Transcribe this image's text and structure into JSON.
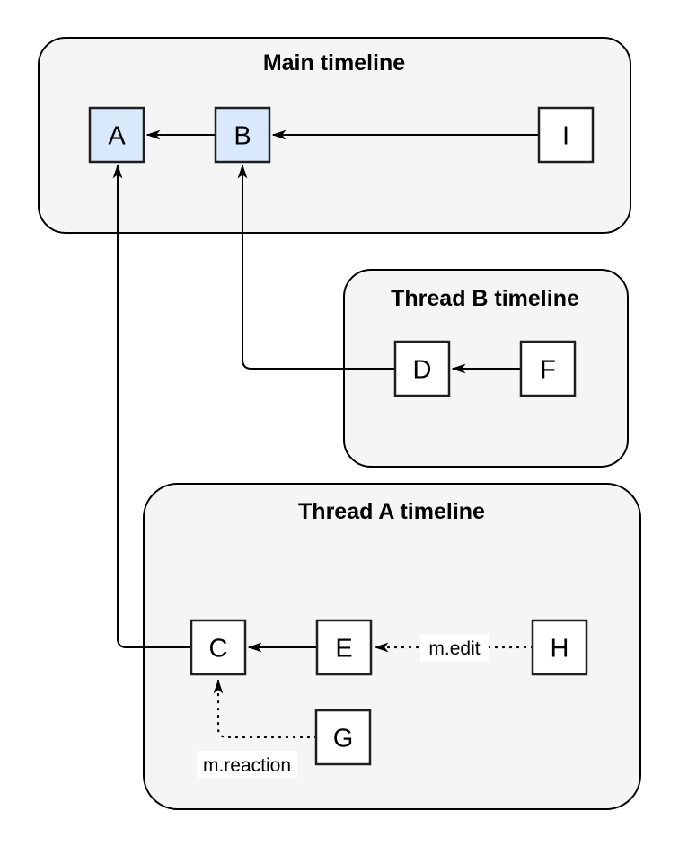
{
  "diagram": {
    "type": "event-graph",
    "containers": [
      {
        "id": "main-timeline",
        "title": "Main timeline"
      },
      {
        "id": "thread-b-timeline",
        "title": "Thread B timeline"
      },
      {
        "id": "thread-a-timeline",
        "title": "Thread A timeline"
      }
    ],
    "nodes": [
      {
        "id": "A",
        "label": "A",
        "style": "highlighted",
        "container": "main-timeline"
      },
      {
        "id": "B",
        "label": "B",
        "style": "highlighted",
        "container": "main-timeline"
      },
      {
        "id": "I",
        "label": "I",
        "style": "plain",
        "container": "main-timeline"
      },
      {
        "id": "D",
        "label": "D",
        "style": "plain",
        "container": "thread-b-timeline"
      },
      {
        "id": "F",
        "label": "F",
        "style": "plain",
        "container": "thread-b-timeline"
      },
      {
        "id": "C",
        "label": "C",
        "style": "plain",
        "container": "thread-a-timeline"
      },
      {
        "id": "E",
        "label": "E",
        "style": "plain",
        "container": "thread-a-timeline"
      },
      {
        "id": "H",
        "label": "H",
        "style": "plain",
        "container": "thread-a-timeline"
      },
      {
        "id": "G",
        "label": "G",
        "style": "plain",
        "container": "thread-a-timeline"
      }
    ],
    "edges": [
      {
        "from": "B",
        "to": "A",
        "style": "solid",
        "label": ""
      },
      {
        "from": "I",
        "to": "B",
        "style": "solid",
        "label": ""
      },
      {
        "from": "D",
        "to": "B",
        "style": "solid",
        "label": ""
      },
      {
        "from": "F",
        "to": "D",
        "style": "solid",
        "label": ""
      },
      {
        "from": "E",
        "to": "C",
        "style": "solid",
        "label": ""
      },
      {
        "from": "C",
        "to": "A",
        "style": "solid",
        "label": ""
      },
      {
        "from": "H",
        "to": "E",
        "style": "dotted",
        "label": "m.edit"
      },
      {
        "from": "G",
        "to": "C",
        "style": "dotted",
        "label": "m.reaction"
      }
    ],
    "colors": {
      "container_fill": "#f5f5f5",
      "container_stroke": "#000000",
      "node_fill": "#ffffff",
      "node_highlight_fill": "#dae8fc",
      "node_stroke": "#1f1f1f",
      "edge_color": "#000000",
      "edge_label_background": "#ffffff",
      "text_color": "#000000"
    }
  }
}
